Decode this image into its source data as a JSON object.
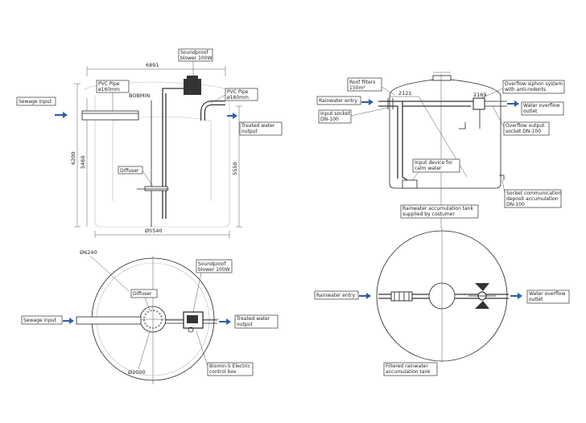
{
  "left_top": {
    "dim_width": "6891",
    "dim_height_total": "6200",
    "dim_height_inner": "5460",
    "dim_height_right": "5550",
    "dim_diameter_bottom": "Ø5540",
    "label_pvc_left": [
      "PVC Pipe",
      "ø160mm"
    ],
    "label_blower": [
      "Soundproof",
      "blower 100W"
    ],
    "label_pvc_right": [
      "PVC Pipe",
      "ø160mm"
    ],
    "label_sewage": "Sewage input",
    "label_treated": [
      "Treated water",
      "output"
    ],
    "label_diffuser": "Diffuser",
    "tank_text": "BOBMIN"
  },
  "left_bottom": {
    "dim_outer": "Ø6240",
    "dim_inner": "Ø2000",
    "label_blower": [
      "Soundproof",
      "blower 100W"
    ],
    "label_diffuser": "Diffuser",
    "label_sewage": "Sewage input",
    "label_treated": [
      "Treated water",
      "output"
    ],
    "label_control": [
      "Biomin-5 Electric",
      "control box"
    ]
  },
  "right_top": {
    "label_roof": [
      "Roof filters",
      "150m²"
    ],
    "label_rain_entry": "Rainwater entry",
    "label_input_socket": [
      "Input socket",
      "DN-100"
    ],
    "label_calm": [
      "Input device for",
      "calm water"
    ],
    "label_siphon": [
      "Overflow siphon system",
      "with anti-rodents"
    ],
    "label_overflow_outlet": [
      "Water overflow",
      "outlet"
    ],
    "label_overflow_socket": [
      "Overflow output",
      "socket DN-100"
    ],
    "label_socket_comm": [
      "Socket communication",
      "deposit accumulation",
      "DN-100"
    ],
    "label_tank_supplied": [
      "Rainwater accumulation tank",
      "supplied by costumer"
    ],
    "dims": [
      "2121",
      "2169"
    ]
  },
  "right_bottom": {
    "label_rain_entry": "Rainwater entry",
    "label_overflow_outlet": [
      "Water overflow",
      "outlet"
    ],
    "label_filtered": [
      "Filtered rainwater",
      "accumulation tank"
    ]
  }
}
